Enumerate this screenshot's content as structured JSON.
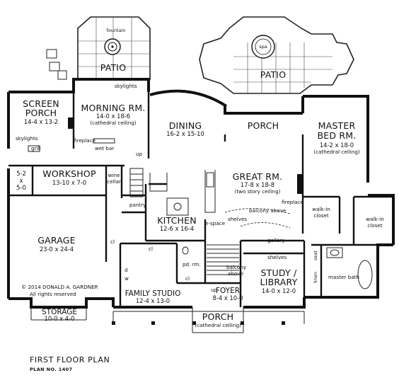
{
  "labels": {
    "fountain": "fountain",
    "spa": "spa",
    "patio_left": "PATIO",
    "patio_right": "PATIO",
    "screen_porch": "SCREEN",
    "screen_porch_2": "PORCH",
    "screen_porch_dim": "14-4 x 13-2",
    "skylights_1": "skylights",
    "skylights_2": "skylights",
    "grill": "grill",
    "morning": "MORNING RM.",
    "morning_dim": "14-0 x 18-6",
    "morning_note": "(cathedral ceiling)",
    "fireplace_1": "fireplace",
    "wet_bar": "wet bar",
    "up_1": "up",
    "dining": "DINING",
    "dining_dim": "16-2 x 15-10",
    "porch_back": "PORCH",
    "master_1": "MASTER",
    "master_2": "BED RM.",
    "master_dim": "14-2 x 18-0",
    "master_note": "(cathedral ceiling)",
    "storage_small_1": "5-2",
    "storage_small_2": "x",
    "storage_small_3": "5-0",
    "workshop": "WORKSHOP",
    "workshop_dim": "13-10 x 7-0",
    "wine_1": "wine",
    "wine_2": "cellar",
    "great": "GREAT RM.",
    "great_dim": "17-8 x 18-8",
    "great_note": "(two story ceiling)",
    "fireplace_2": "fireplace",
    "balcony_above_1": "balcony above",
    "pantry": "pantry",
    "walkin_1a": "walk-in",
    "walkin_1b": "closet",
    "walkin_2a": "walk-in",
    "walkin_2b": "closet",
    "kitchen": "KITCHEN",
    "kitchen_dim": "12-6 x 16-4",
    "espace": "e-space",
    "shelves_1": "shelves",
    "gallery": "gallery",
    "garage": "GARAGE",
    "garage_dim": "23-0 x 24-4",
    "cl_1": "cl",
    "cl_2": "cl",
    "cl_3": "cl",
    "shelves_2": "shelves",
    "pd_rm": "pd. rm.",
    "d": "d",
    "w": "w",
    "balcony_1": "balcony",
    "balcony_2": "above",
    "study_1": "STUDY /",
    "study_2": "LIBRARY",
    "study_dim": "14-0 x 12-0",
    "seat": "seat",
    "linen": "linen",
    "master_bath": "master bath",
    "copyright_1": "© 2014 DONALD A. GARDNER",
    "copyright_2": "All rights reserved",
    "family_studio": "FAMILY STUDIO",
    "family_dim": "12-4 x 13-0",
    "up_2": "up",
    "foyer": "FOYER",
    "foyer_dim": "8-4 x 10-0",
    "storage": "STORAGE",
    "storage_dim": "10-0 x 4-0",
    "porch_front": "PORCH",
    "porch_front_note": "(cathedral ceiling)"
  },
  "footer": {
    "title": "FIRST FLOOR PLAN",
    "plan_no": "PLAN NO. 1407"
  }
}
